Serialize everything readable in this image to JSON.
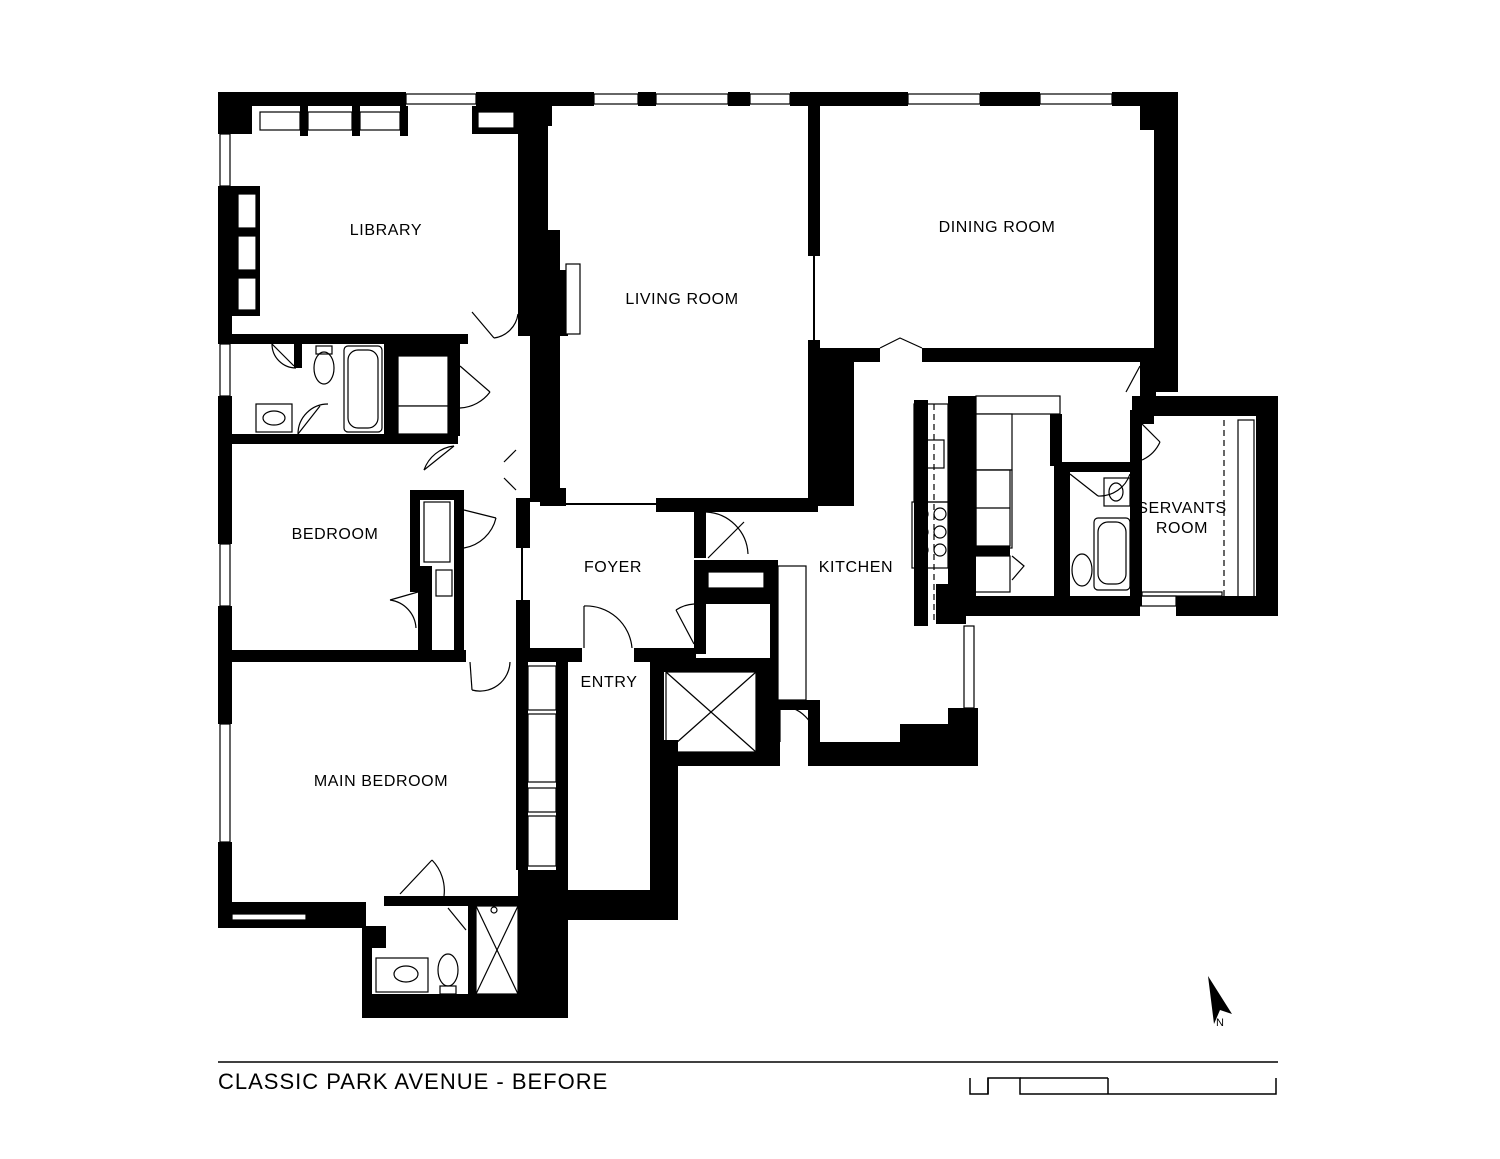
{
  "plan": {
    "title": "CLASSIC PARK AVENUE - BEFORE",
    "north_label": "N",
    "rooms": {
      "library": "LIBRARY",
      "living_room": "LIVING ROOM",
      "dining_room": "DINING ROOM",
      "bedroom": "BEDROOM",
      "foyer": "FOYER",
      "kitchen": "KITCHEN",
      "servants_line1": "SERVANTS",
      "servants_line2": "ROOM",
      "entry": "ENTRY",
      "main_bedroom": "MAIN BEDROOM"
    }
  }
}
